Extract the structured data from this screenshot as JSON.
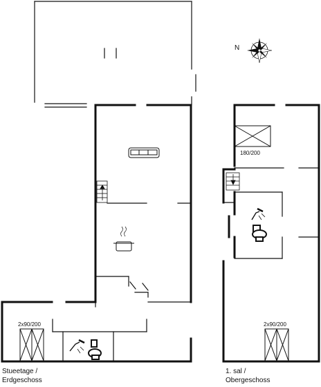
{
  "compass": {
    "north_label": "N"
  },
  "beds": {
    "ground": "2x90/200",
    "upper_right": "2x90/200",
    "upper_top": "180/200"
  },
  "floors": {
    "ground_line1": "Stueetage /",
    "ground_line2": "Erdgeschoss",
    "upper_line1": "1. sal /",
    "upper_line2": "Obergeschoss"
  },
  "colors": {
    "ink": "#111111",
    "background": "#ffffff"
  }
}
